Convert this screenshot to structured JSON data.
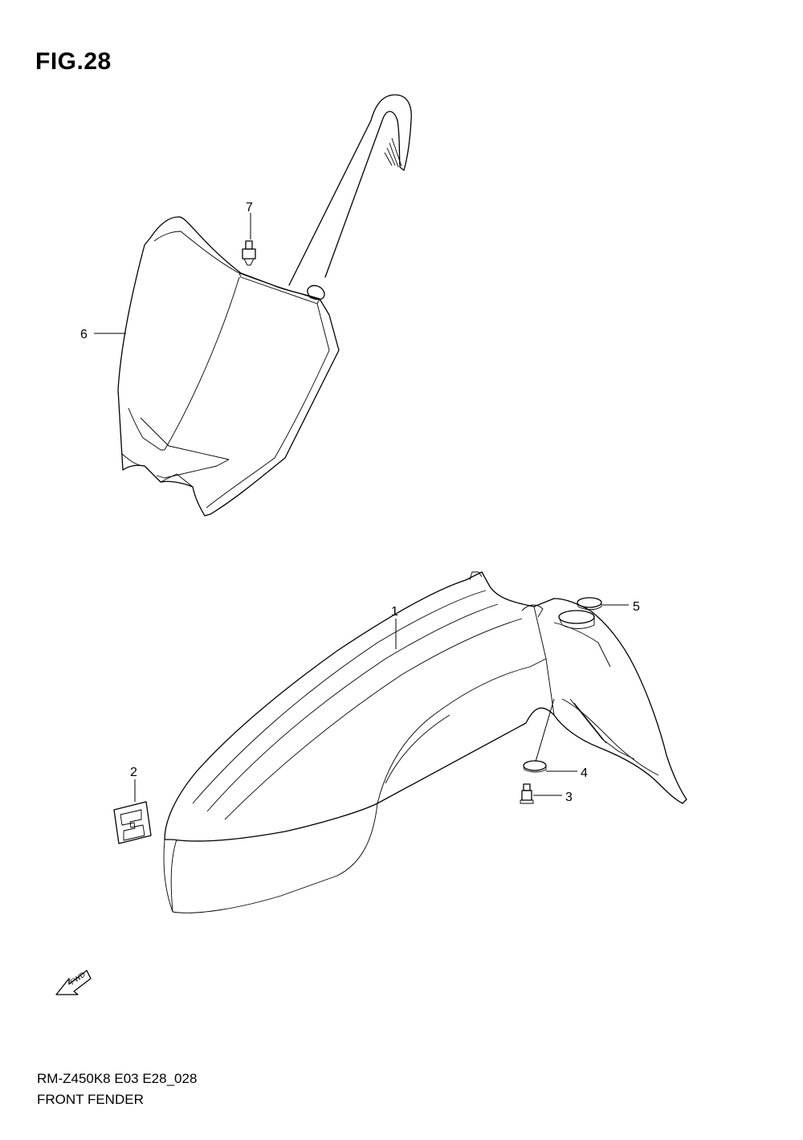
{
  "figure": {
    "title": "FIG.28"
  },
  "parts": [
    {
      "ref": "1",
      "name": "front-fender"
    },
    {
      "ref": "2",
      "name": "emblem"
    },
    {
      "ref": "3",
      "name": "bolt"
    },
    {
      "ref": "4",
      "name": "washer"
    },
    {
      "ref": "5",
      "name": "washer"
    },
    {
      "ref": "6",
      "name": "number-plate"
    },
    {
      "ref": "7",
      "name": "screw"
    }
  ],
  "fwd_label": "FWD",
  "footer": {
    "code": "RM-Z450K8 E03 E28_028",
    "name": "FRONT FENDER"
  }
}
